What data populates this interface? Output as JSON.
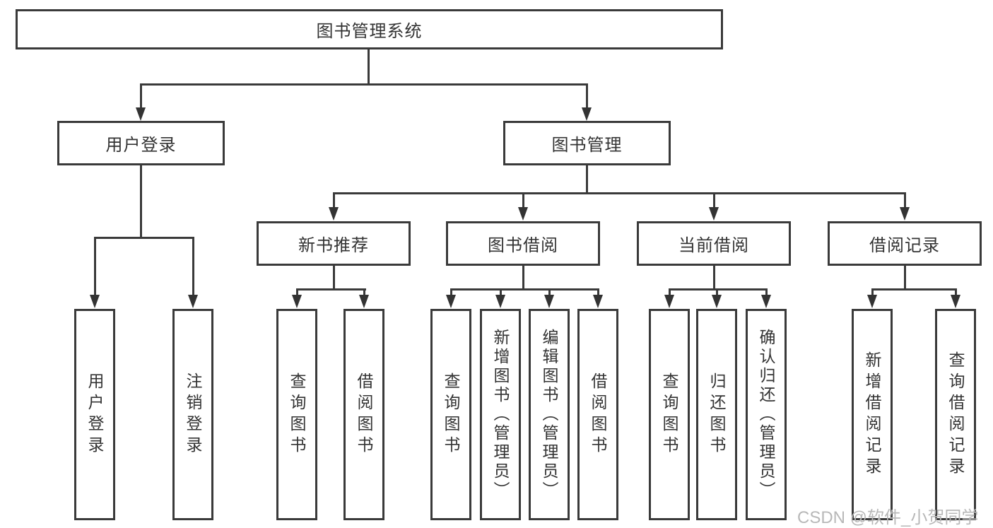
{
  "diagram": {
    "title": "图书管理系统",
    "nodes": {
      "root": "图书管理系统",
      "user_login": "用户登录",
      "book_mgmt": "图书管理",
      "new_book_rec": "新书推荐",
      "book_borrow": "图书借阅",
      "current_borrow": "当前借阅",
      "borrow_record": "借阅记录",
      "leaf_user_login": "用户登录",
      "leaf_logout": "注销登录",
      "leaf_rec_query": "查询图书",
      "leaf_rec_borrow": "借阅图书",
      "leaf_bb_query": "查询图书",
      "leaf_bb_add": "新增图书（管理员）",
      "leaf_bb_edit": "编辑图书（管理员）",
      "leaf_bb_borrow": "借阅图书",
      "leaf_cb_query": "查询图书",
      "leaf_cb_return": "归还图书",
      "leaf_cb_confirm": "确认归还（管理员）",
      "leaf_br_add": "新增借阅记录",
      "leaf_br_query": "查询借阅记录"
    },
    "colors": {
      "line": "#3a3a3a",
      "text": "#333333",
      "background": "#ffffff",
      "watermark_color": "#b8b8b8"
    },
    "watermark": "CSDN @软件_小贺同学"
  }
}
